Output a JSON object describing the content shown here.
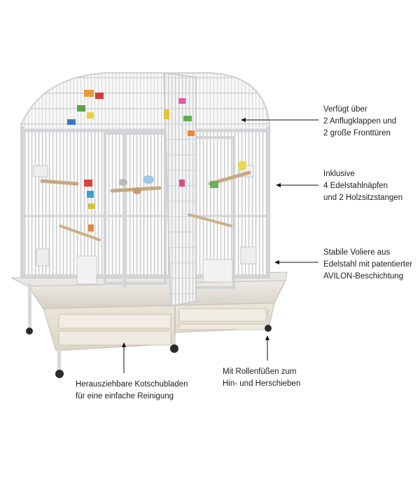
{
  "callouts": [
    {
      "id": "doors",
      "lines": [
        "Verfügt über",
        "2 Anflugklappen und",
        "2 große Fronttüren"
      ]
    },
    {
      "id": "accessories",
      "lines": [
        "Inklusive",
        "4 Edelstahlnäpfen",
        "und 2 Holzsitzstangen"
      ]
    },
    {
      "id": "coating",
      "lines": [
        "Stabile Voliere aus",
        "Edelstahl mit patentierter",
        "AVILON-Beschichtung"
      ]
    },
    {
      "id": "drawers",
      "lines": [
        "Herausziehbare Kotschubladen",
        "für eine einfache Reinigung"
      ]
    },
    {
      "id": "wheels",
      "lines": [
        "Mit Rollenfüßen zum",
        "Hin- und Herschieben"
      ]
    }
  ],
  "colors": {
    "cage_frame": "#d9dadc",
    "cage_wire": "#c8c9cb",
    "tray": "#e7e4dc",
    "drawer": "#ece7dd",
    "arrow": "#111111"
  }
}
